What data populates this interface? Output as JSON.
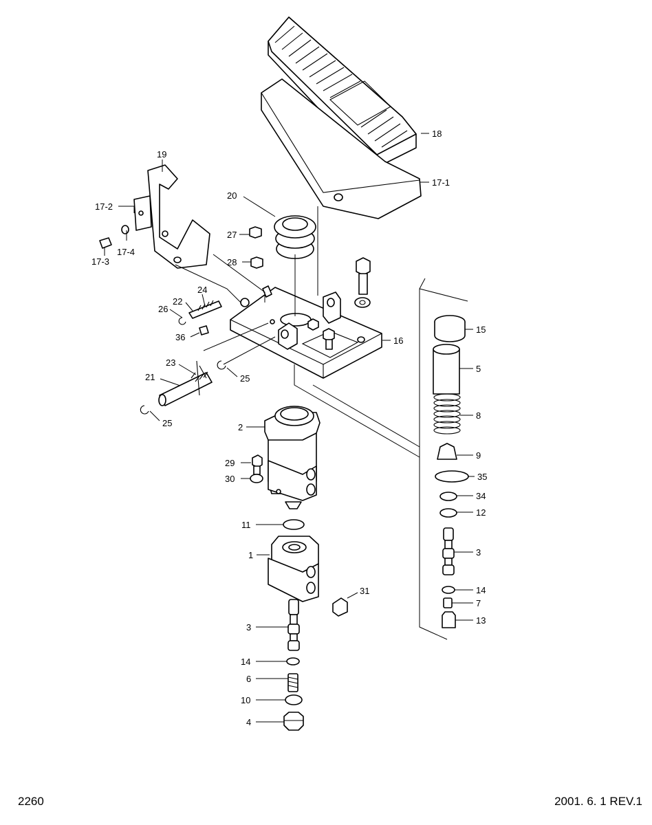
{
  "page_number": "2260",
  "revision": "2001. 6. 1 REV.1",
  "callouts": {
    "c18": "18",
    "c17_1": "17-1",
    "c19": "19",
    "c17_2": "17-2",
    "c17_4": "17-4",
    "c17_3": "17-3",
    "c20": "20",
    "c27": "27",
    "c28": "28",
    "c24": "24",
    "c22": "22",
    "c26": "26",
    "c36": "36",
    "c16": "16",
    "c23": "23",
    "c21": "21",
    "c25a": "25",
    "c25b": "25",
    "c2": "2",
    "c29": "29",
    "c30": "30",
    "c11": "11",
    "c1": "1",
    "c31": "31",
    "c3a": "3",
    "c14a": "14",
    "c6": "6",
    "c10": "10",
    "c4": "4",
    "c15": "15",
    "c5": "5",
    "c8": "8",
    "c9": "9",
    "c35": "35",
    "c34": "34",
    "c12": "12",
    "c3b": "3",
    "c14b": "14",
    "c7": "7",
    "c13": "13"
  }
}
